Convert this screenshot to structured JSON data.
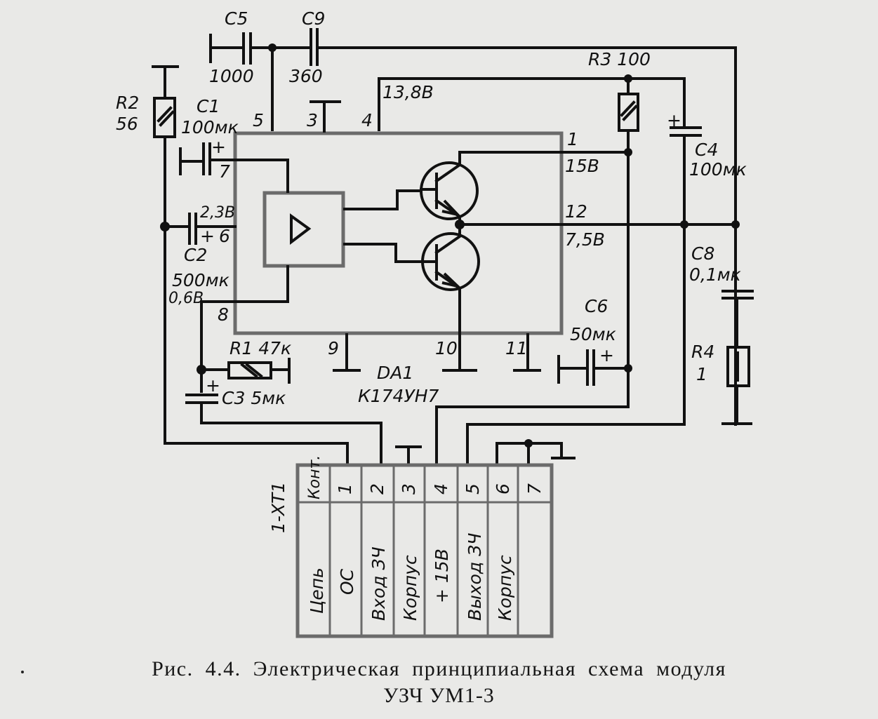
{
  "figure": {
    "caption_line1": "Рис. 4.4. Электрическая принципиальная схема модуля",
    "caption_line2": "УЗЧ УМ1-3"
  },
  "ic": {
    "ref": "DA1",
    "type": "К174УН7",
    "pins": {
      "p1": "1",
      "p3": "3",
      "p4": "4",
      "p5": "5",
      "p6": "6",
      "p7": "7",
      "p8": "8",
      "p9": "9",
      "p10": "10",
      "p11": "11",
      "p12": "12"
    },
    "voltages": {
      "pin4": "13,8В",
      "pin1": "15В",
      "pin12": "7,5В",
      "pin6": "2,3В",
      "pin8": "0,6В"
    }
  },
  "components": {
    "C5": {
      "ref": "С5",
      "value": "1000"
    },
    "C9": {
      "ref": "С9",
      "value": "360"
    },
    "R2": {
      "ref": "R2",
      "value": "56"
    },
    "C1": {
      "ref": "С1",
      "value": "100мк"
    },
    "C2": {
      "ref": "С2",
      "value": "500мк",
      "plus": "+"
    },
    "R3": {
      "ref": "R3",
      "value": "100"
    },
    "C4": {
      "ref": "С4",
      "value": "100мк",
      "plus": "+"
    },
    "C8": {
      "ref": "С8",
      "value": "0,1мк"
    },
    "R4": {
      "ref": "R4",
      "value": "1"
    },
    "R1": {
      "ref": "R1",
      "value": "47к"
    },
    "C3": {
      "ref": "С3",
      "value": "5мк",
      "plus": "+"
    },
    "C6": {
      "ref": "С6",
      "value": "50мк",
      "plus": "+"
    }
  },
  "plus_sign": "+",
  "connector": {
    "ref": "1-ХТ1",
    "header_contact": "Конт.",
    "header_circuit": "Цепь",
    "pins": [
      {
        "num": "1",
        "circuit": "ОС"
      },
      {
        "num": "2",
        "circuit": "Вход ЗЧ"
      },
      {
        "num": "3",
        "circuit": "Корпус"
      },
      {
        "num": "4",
        "circuit": "+ 15В"
      },
      {
        "num": "5",
        "circuit": "Выход ЗЧ"
      },
      {
        "num": "6",
        "circuit": "Корпус"
      },
      {
        "num": "7",
        "circuit": ""
      }
    ]
  }
}
